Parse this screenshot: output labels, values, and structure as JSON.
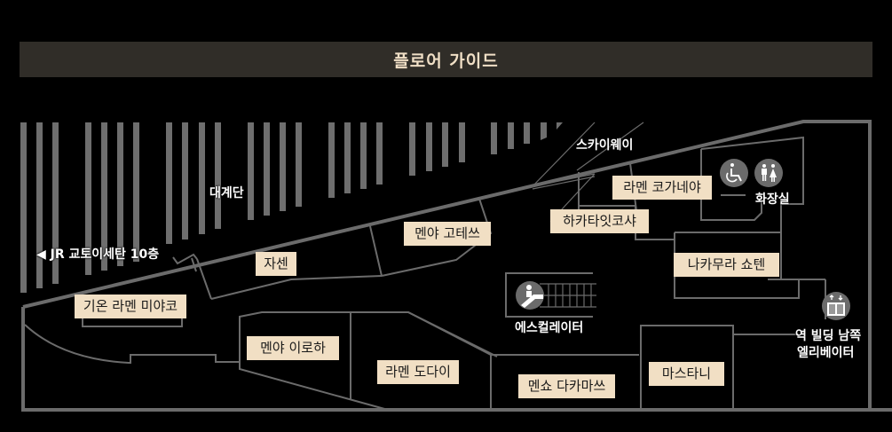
{
  "header": {
    "title": "플로어 가이드",
    "bg_color": "#302d28",
    "text_color": "#f0dfc6"
  },
  "colors": {
    "background": "#000000",
    "wall": "#6b6b6b",
    "stripe": "#6e6e6e",
    "shop_label_bg": "#f1dfc4",
    "icon_circle": "#6b6b6b"
  },
  "shops": [
    {
      "name": "기온 라멘 미야코"
    },
    {
      "name": "자센"
    },
    {
      "name": "멘야 고테쓰"
    },
    {
      "name": "하카타잇코샤"
    },
    {
      "name": "라멘 코가네야"
    },
    {
      "name": "나카무라 쇼텐"
    },
    {
      "name": "멘야 이로하"
    },
    {
      "name": "라멘 도다이"
    },
    {
      "name": "멘쇼 다카마쓰"
    },
    {
      "name": "마스타니"
    }
  ],
  "landmarks": {
    "grand_staircase": "대계단",
    "jr_link": "◀  JR 교토이세탄 10층",
    "skyway": "스카이웨이",
    "restroom": "화장실",
    "escalator": "에스컬레이터",
    "elevator_line1": "역 빌딩 남쪽",
    "elevator_line2": "엘리베이터"
  },
  "icons": {
    "wheelchair": "wheelchair-icon",
    "restroom": "restroom-icon",
    "escalator": "escalator-icon",
    "elevator": "elevator-icon"
  }
}
